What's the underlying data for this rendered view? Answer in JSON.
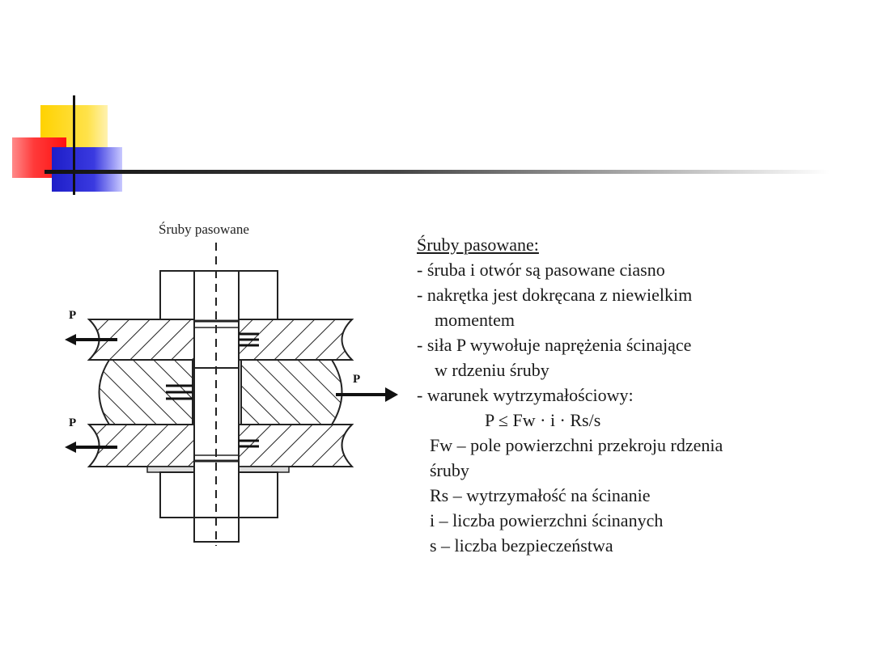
{
  "figure": {
    "caption": "Śruby pasowane",
    "force_label_left_top": "P",
    "force_label_left_bottom": "P",
    "force_label_right": "P"
  },
  "text": {
    "heading": "Śruby pasowane:",
    "line1": "- śruba i otwór są pasowane ciasno",
    "line2": "- nakrętka jest dokręcana z niewielkim",
    "line3": "momentem",
    "line4": "- siła P wywołuje naprężenia ścinające",
    "line5": "w rdzeniu śruby",
    "line6": "- warunek wytrzymałościowy:",
    "formula": "P ≤ Fw · i · Rs/s",
    "def1": "Fw – pole powierzchni przekroju rdzenia",
    "def1b": "śruby",
    "def2": "Rs – wytrzymałość na ścinanie",
    "def3": "i – liczba powierzchni ścinanych",
    "def4": "s – liczba bezpieczeństwa"
  }
}
